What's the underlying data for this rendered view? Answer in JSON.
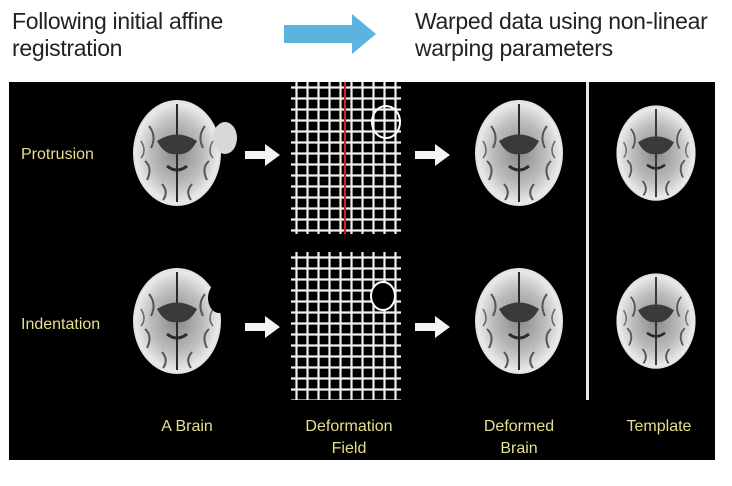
{
  "captions": {
    "left": "Following initial affine registration",
    "right": "Warped data using non-linear warping parameters"
  },
  "rows": {
    "protrusion": "Protrusion",
    "indentation": "Indentation"
  },
  "columns": {
    "brain": "A Brain",
    "field_line1": "Deformation",
    "field_line2": "Field",
    "deformed_line1": "Deformed",
    "deformed_line2": "Brain",
    "template": "Template"
  },
  "colors": {
    "arrow": "#5ab4de",
    "label": "#e6df8e",
    "background": "#000000",
    "red_line": "#d02020"
  },
  "icons": [
    "right-arrow-icon",
    "white-arrow-icon",
    "brain-image",
    "deformation-grid-image"
  ]
}
